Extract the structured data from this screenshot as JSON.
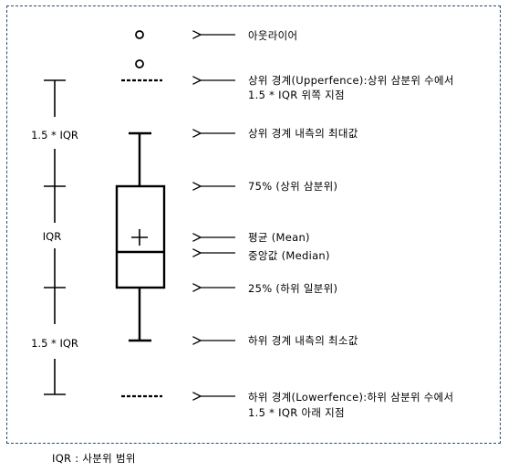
{
  "annotations": {
    "outlier": "아웃라이어",
    "upper_fence_line1": "상위 경계(Upperfence):상위 삼분위 수에서",
    "upper_fence_line2": "1.5 * IQR 위쪽 지점",
    "upper_whisker_max": "상위 경계 내측의 최대값",
    "q3": "75% (상위 삼분위)",
    "mean": "평균 (Mean)",
    "median": "중앙값 (Median)",
    "q1": "25% (하위 일분위)",
    "lower_whisker_min": "하위 경계 내측의 최소값",
    "lower_fence_line1": "하위 경계(Lowerfence):하위 삼분위 수에서",
    "lower_fence_line2": "1.5 * IQR 아래 지점"
  },
  "scale_labels": {
    "upper_span": "1.5 * IQR",
    "middle_span": "IQR",
    "lower_span": "1.5 * IQR"
  },
  "footnote": "IQR : 사분위 범위",
  "colors": {
    "frame_border": "#2c4a6e",
    "stroke": "#000000"
  }
}
